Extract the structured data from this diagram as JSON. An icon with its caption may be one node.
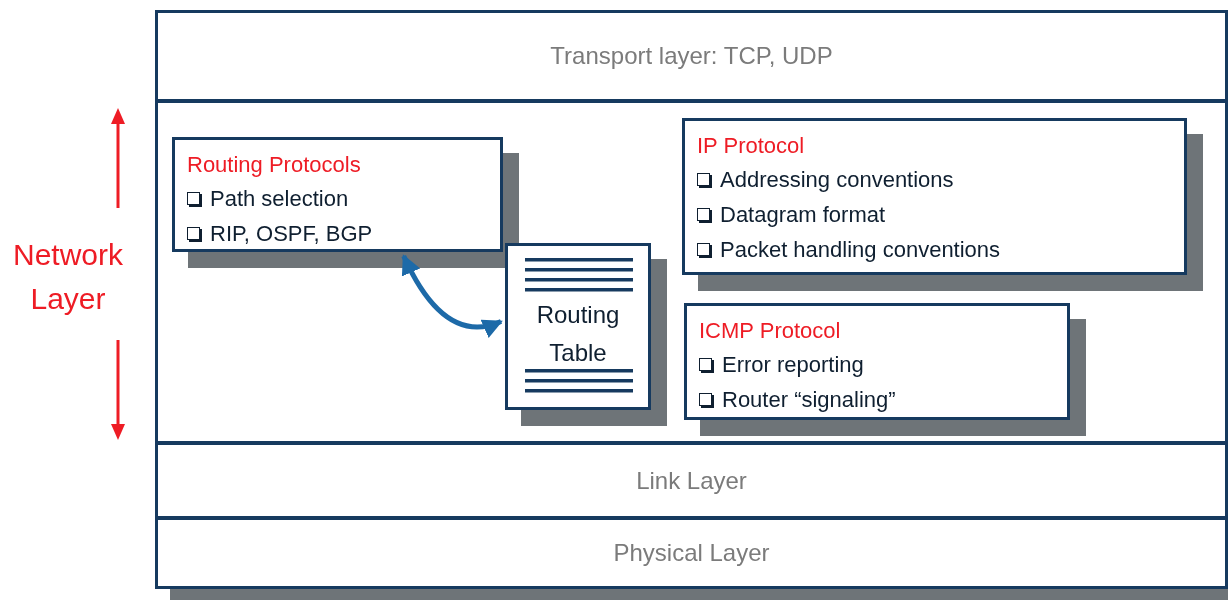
{
  "diagram": {
    "nodes": [
      {
        "text": [
          "Transport layer: TCP, UDP"
        ]
      },
      {
        "text": [
          "Network Layer"
        ]
      },
      {
        "text": [
          "Routing Protocols",
          "Path selection",
          "RIP, OSPF, BGP"
        ],
        "in": 1
      },
      {
        "text": [
          "IP Protocol",
          "Addressing conventions",
          "Datagram format",
          "Packet handling conventions"
        ],
        "in": 1
      },
      {
        "text": [
          "Routing Table"
        ],
        "in": 1
      },
      {
        "text": [
          "ICMP Protocol",
          "Error reporting",
          "Router “signaling”"
        ],
        "in": 1
      },
      {
        "text": [
          "Link Layer"
        ]
      },
      {
        "text": [
          "Physical Layer"
        ]
      }
    ],
    "edges": [
      {
        "from": 2,
        "to": 4,
        "arrow": "both"
      }
    ]
  }
}
